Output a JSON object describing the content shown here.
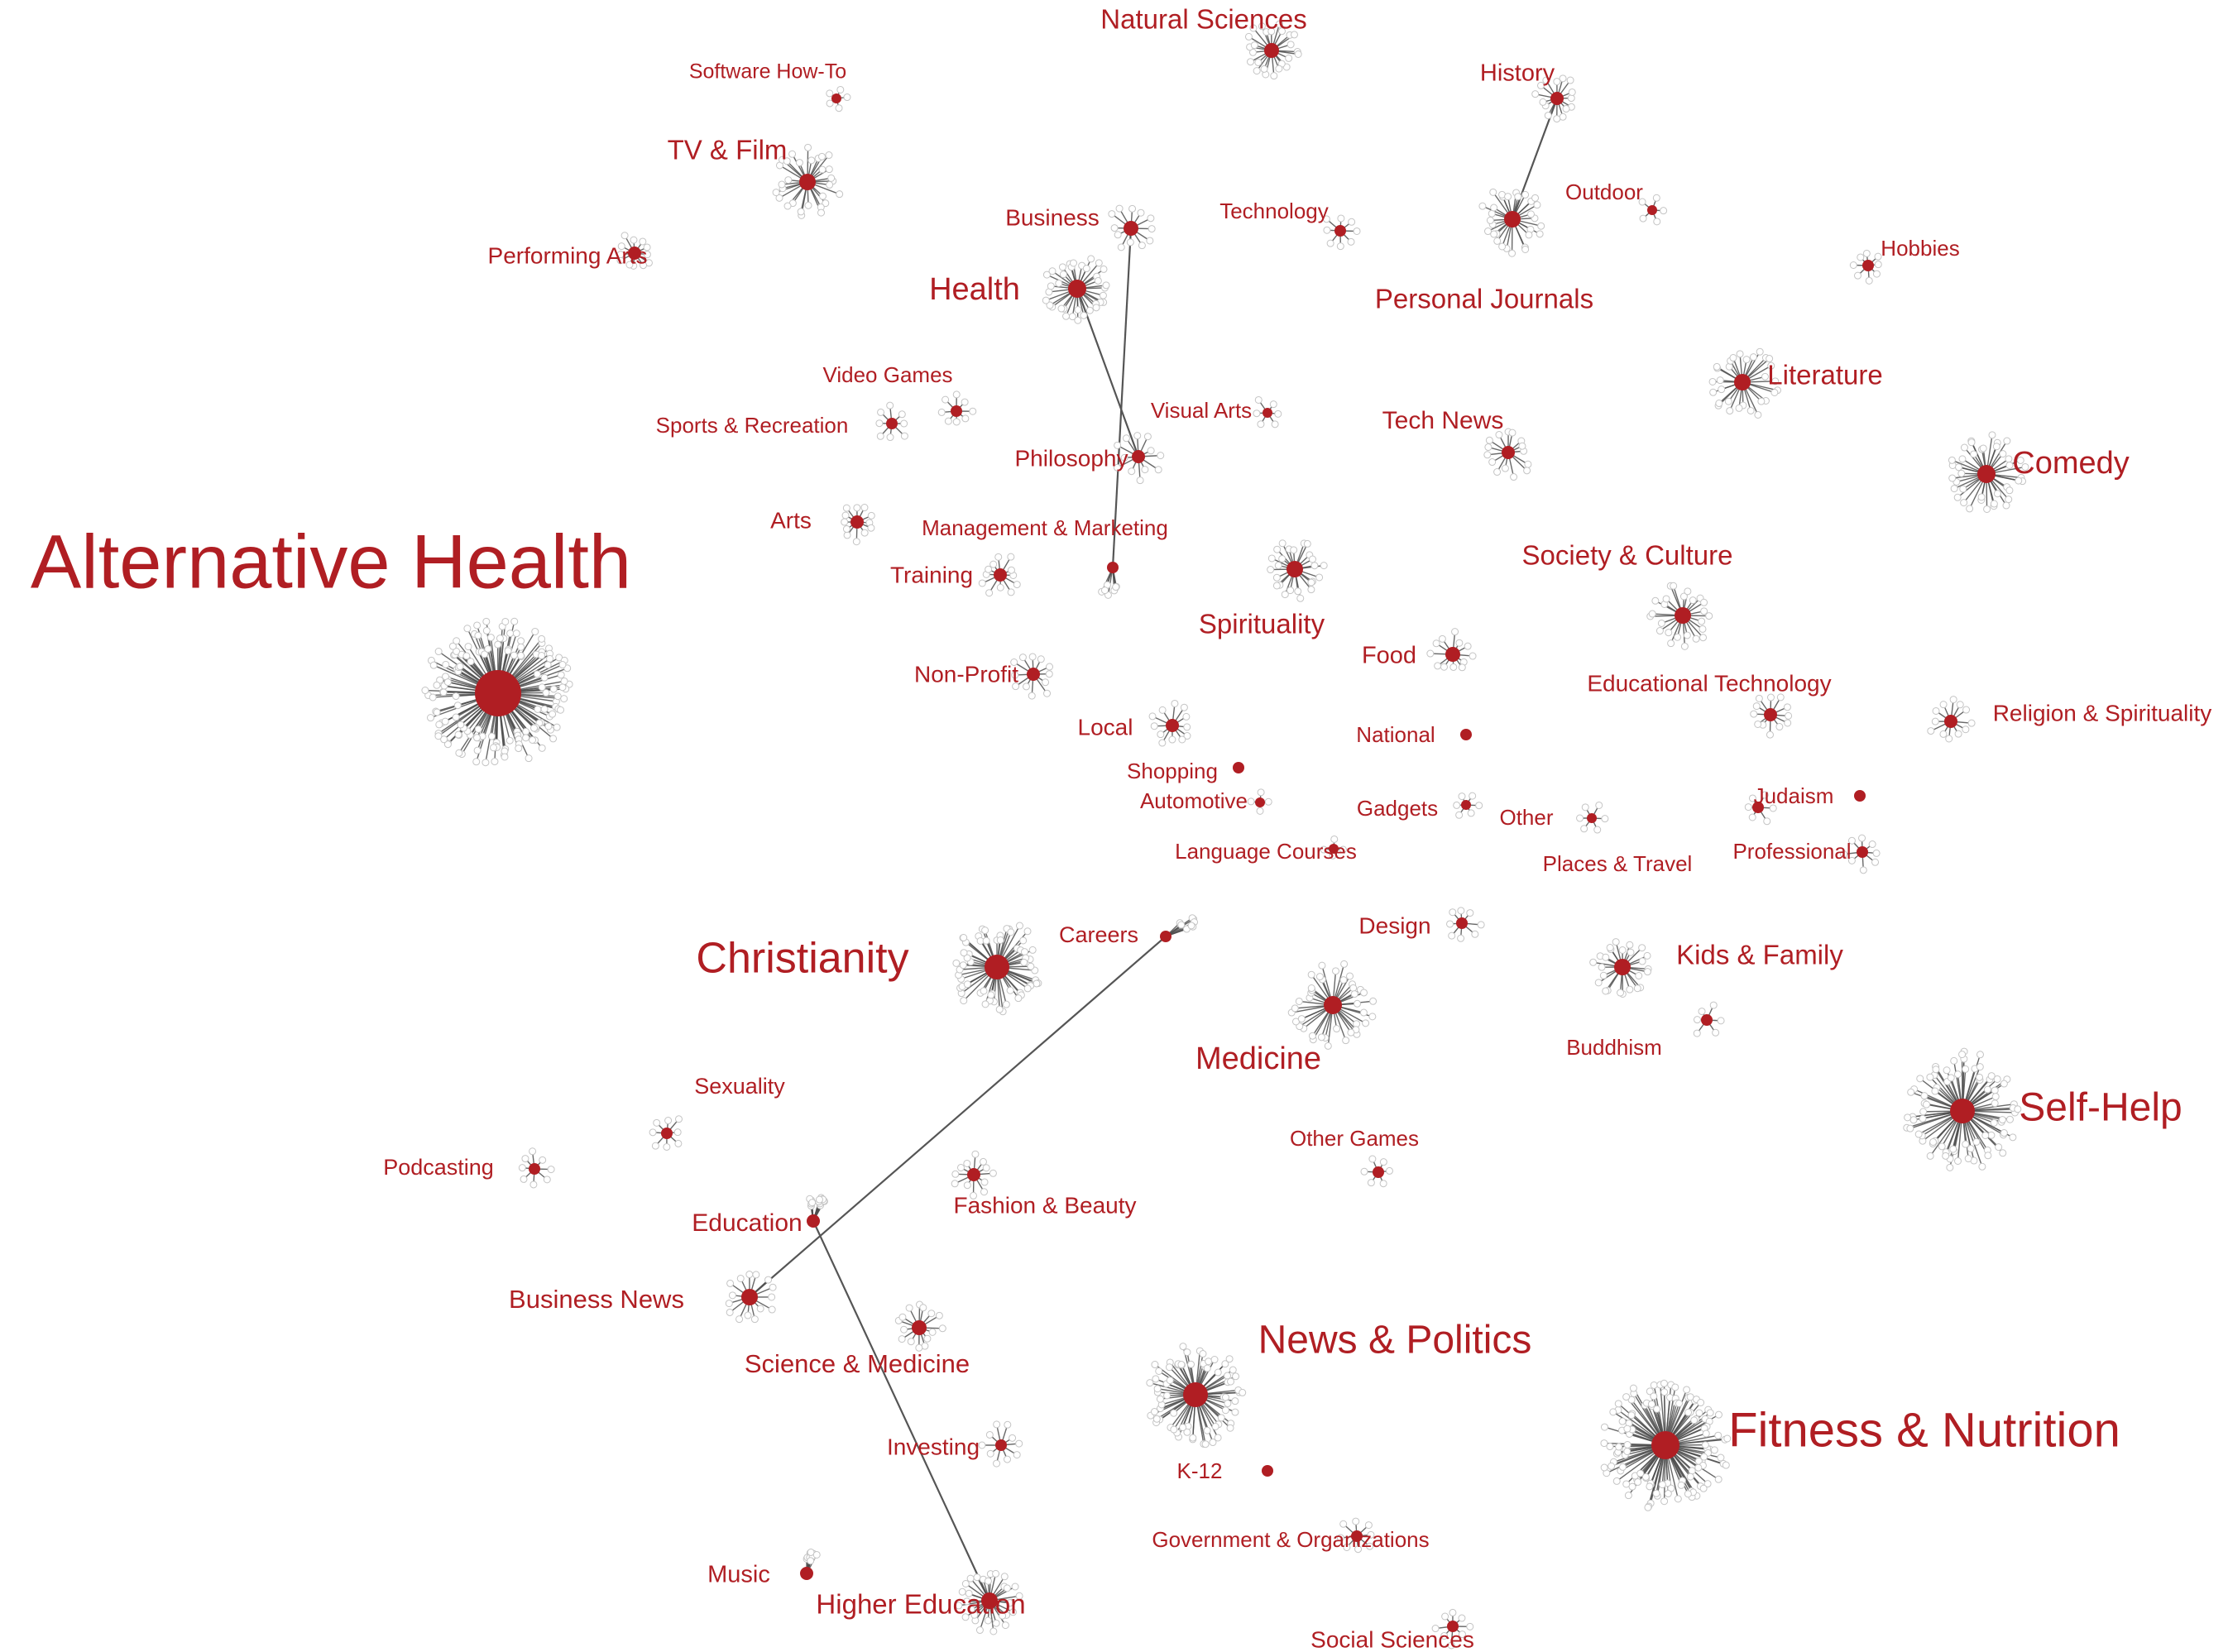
{
  "colors": {
    "node": "#b01e23",
    "label": "#b01e23",
    "edge": "#4d4d4d",
    "leaf_outline": "#c4c4c4",
    "background": "#ffffff"
  },
  "nodes": [
    {
      "id": "alternative-health",
      "label": "Alternative Health"
    },
    {
      "id": "fitness-nutrition",
      "label": "Fitness & Nutrition"
    },
    {
      "id": "self-help",
      "label": "Self-Help"
    },
    {
      "id": "news-politics",
      "label": "News & Politics"
    },
    {
      "id": "christianity",
      "label": "Christianity"
    },
    {
      "id": "comedy",
      "label": "Comedy"
    },
    {
      "id": "medicine",
      "label": "Medicine"
    },
    {
      "id": "health",
      "label": "Health"
    },
    {
      "id": "literature",
      "label": "Literature"
    },
    {
      "id": "society-culture",
      "label": "Society & Culture"
    },
    {
      "id": "spirituality",
      "label": "Spirituality"
    },
    {
      "id": "tv-film",
      "label": "TV & Film"
    },
    {
      "id": "natural-sciences",
      "label": "Natural Sciences"
    },
    {
      "id": "personal-journals",
      "label": "Personal Journals"
    },
    {
      "id": "kids-family",
      "label": "Kids & Family"
    },
    {
      "id": "higher-education",
      "label": "Higher Education"
    },
    {
      "id": "business-news",
      "label": "Business News"
    },
    {
      "id": "tech-news",
      "label": "Tech News"
    },
    {
      "id": "science-medicine",
      "label": "Science & Medicine"
    },
    {
      "id": "education",
      "label": "Education"
    },
    {
      "id": "history",
      "label": "History"
    },
    {
      "id": "food",
      "label": "Food"
    },
    {
      "id": "music",
      "label": "Music"
    },
    {
      "id": "religion-spirituality",
      "label": "Religion & Spirituality"
    },
    {
      "id": "business",
      "label": "Business"
    },
    {
      "id": "philosophy",
      "label": "Philosophy"
    },
    {
      "id": "local",
      "label": "Local"
    },
    {
      "id": "non-profit",
      "label": "Non-Profit"
    },
    {
      "id": "careers",
      "label": "Careers"
    },
    {
      "id": "management-marketing",
      "label": "Management & Marketing"
    },
    {
      "id": "arts",
      "label": "Arts"
    },
    {
      "id": "training",
      "label": "Training"
    },
    {
      "id": "performing-arts",
      "label": "Performing Arts"
    },
    {
      "id": "educational-technology",
      "label": "Educational Technology"
    },
    {
      "id": "fashion-beauty",
      "label": "Fashion & Beauty"
    },
    {
      "id": "investing",
      "label": "Investing"
    },
    {
      "id": "design",
      "label": "Design"
    },
    {
      "id": "social-sciences",
      "label": "Social Sciences"
    },
    {
      "id": "podcasting",
      "label": "Podcasting"
    },
    {
      "id": "sexuality",
      "label": "Sexuality"
    },
    {
      "id": "technology",
      "label": "Technology"
    },
    {
      "id": "video-games",
      "label": "Video Games"
    },
    {
      "id": "sports-recreation",
      "label": "Sports & Recreation"
    },
    {
      "id": "hobbies",
      "label": "Hobbies"
    },
    {
      "id": "professional",
      "label": "Professional"
    },
    {
      "id": "government-organizations",
      "label": "Government & Organizations"
    },
    {
      "id": "visual-arts",
      "label": "Visual Arts"
    },
    {
      "id": "gadgets",
      "label": "Gadgets"
    },
    {
      "id": "other",
      "label": "Other"
    },
    {
      "id": "buddhism",
      "label": "Buddhism"
    },
    {
      "id": "other-games",
      "label": "Other Games"
    },
    {
      "id": "software-how-to",
      "label": "Software How-To"
    },
    {
      "id": "outdoor",
      "label": "Outdoor"
    },
    {
      "id": "places-travel",
      "label": "Places & Travel"
    },
    {
      "id": "judaism",
      "label": "Judaism"
    },
    {
      "id": "national",
      "label": "National"
    },
    {
      "id": "shopping",
      "label": "Shopping"
    },
    {
      "id": "automotive",
      "label": "Automotive"
    },
    {
      "id": "language-courses",
      "label": "Language Courses"
    },
    {
      "id": "k-12",
      "label": "K-12"
    }
  ],
  "links": [
    [
      "personal-journals",
      "history"
    ],
    [
      "health",
      "philosophy"
    ],
    [
      "business",
      "management-marketing"
    ],
    [
      "careers",
      "business-news"
    ],
    [
      "education",
      "higher-education"
    ]
  ]
}
